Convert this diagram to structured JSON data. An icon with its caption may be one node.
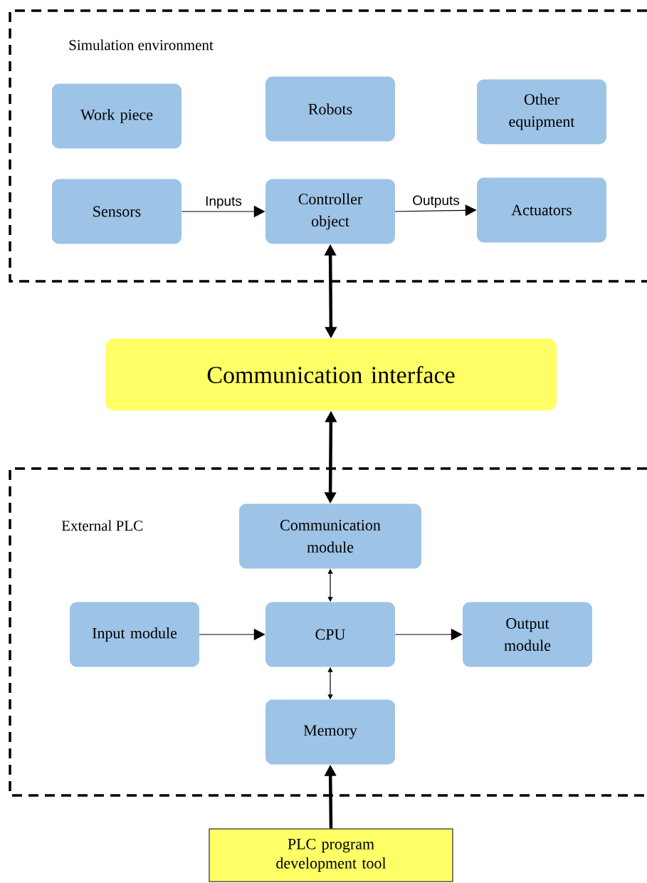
{
  "diagram": {
    "nodes": [
      {
        "text": [
          "Simulation environment"
        ]
      },
      {
        "text": [
          "Work piece"
        ],
        "in": 0
      },
      {
        "text": [
          "Robots"
        ],
        "in": 0
      },
      {
        "text": [
          "Other equipment"
        ],
        "in": 0
      },
      {
        "text": [
          "Sensors"
        ],
        "in": 0
      },
      {
        "text": [
          "Controller object"
        ],
        "in": 0
      },
      {
        "text": [
          "Actuators"
        ],
        "in": 0
      },
      {
        "text": [
          "Communication interface"
        ]
      },
      {
        "text": [
          "External PLC"
        ]
      },
      {
        "text": [
          "Communication module"
        ],
        "in": 8
      },
      {
        "text": [
          "Input module"
        ],
        "in": 8
      },
      {
        "text": [
          "CPU"
        ],
        "in": 8
      },
      {
        "text": [
          "Output module"
        ],
        "in": 8
      },
      {
        "text": [
          "Memory"
        ],
        "in": 8
      },
      {
        "text": [
          "PLC program development tool"
        ]
      }
    ],
    "edges": [
      {
        "from": 4,
        "to": 5,
        "arrow": "to",
        "label": "Inputs"
      },
      {
        "from": 5,
        "to": 6,
        "arrow": "to",
        "label": "Outputs"
      },
      {
        "from": 7,
        "to": 5,
        "arrow": "both",
        "style": "thick"
      },
      {
        "from": 7,
        "to": 9,
        "arrow": "both",
        "style": "thick"
      },
      {
        "from": 9,
        "to": 11,
        "arrow": "both"
      },
      {
        "from": 10,
        "to": 11,
        "arrow": "to"
      },
      {
        "from": 11,
        "to": 12,
        "arrow": "to"
      },
      {
        "from": 11,
        "to": 13,
        "arrow": "both"
      },
      {
        "from": 14,
        "to": 13,
        "arrow": "to",
        "style": "thick"
      }
    ]
  }
}
